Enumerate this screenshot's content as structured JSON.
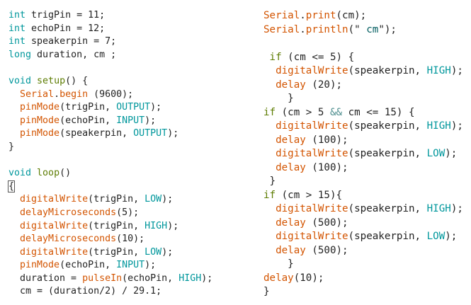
{
  "colors": {
    "keyword": "#00979c",
    "function": "#d35400",
    "control": "#5e7d03",
    "constant": "#00979c",
    "text": "#222222"
  },
  "left": [
    [
      [
        "int",
        "kw"
      ],
      [
        " trigPin = 11;",
        ""
      ]
    ],
    [
      [
        "int",
        "kw"
      ],
      [
        " echoPin = 12;",
        ""
      ]
    ],
    [
      [
        "int",
        "kw"
      ],
      [
        " speakerpin = 7;",
        ""
      ]
    ],
    [
      [
        "long",
        "kw"
      ],
      [
        " duration, cm ;",
        ""
      ]
    ],
    [],
    [
      [
        "void",
        "kw"
      ],
      [
        " ",
        ""
      ],
      [
        "setup",
        "ctl"
      ],
      [
        "() {",
        ""
      ]
    ],
    [
      [
        "  ",
        ""
      ],
      [
        "Serial",
        "fn"
      ],
      [
        ".",
        ""
      ],
      [
        "begin",
        "fn"
      ],
      [
        " (9600);",
        ""
      ]
    ],
    [
      [
        "  ",
        ""
      ],
      [
        "pinMode",
        "fn"
      ],
      [
        "(trigPin, ",
        ""
      ],
      [
        "OUTPUT",
        "cst"
      ],
      [
        ");",
        ""
      ]
    ],
    [
      [
        "  ",
        ""
      ],
      [
        "pinMode",
        "fn"
      ],
      [
        "(echoPin, ",
        ""
      ],
      [
        "INPUT",
        "cst"
      ],
      [
        ");",
        ""
      ]
    ],
    [
      [
        "  ",
        ""
      ],
      [
        "pinMode",
        "fn"
      ],
      [
        "(speakerpin, ",
        ""
      ],
      [
        "OUTPUT",
        "cst"
      ],
      [
        ");",
        ""
      ]
    ],
    [
      [
        "}",
        ""
      ]
    ],
    [],
    [
      [
        "void",
        "kw"
      ],
      [
        " ",
        ""
      ],
      [
        "loop",
        "ctl"
      ],
      [
        "()",
        ""
      ]
    ],
    [
      [
        "{",
        "cursor"
      ]
    ],
    [
      [
        "  ",
        ""
      ],
      [
        "digitalWrite",
        "fn"
      ],
      [
        "(trigPin, ",
        ""
      ],
      [
        "LOW",
        "cst"
      ],
      [
        ");",
        ""
      ]
    ],
    [
      [
        "  ",
        ""
      ],
      [
        "delayMicroseconds",
        "fn"
      ],
      [
        "(5);",
        ""
      ]
    ],
    [
      [
        "  ",
        ""
      ],
      [
        "digitalWrite",
        "fn"
      ],
      [
        "(trigPin, ",
        ""
      ],
      [
        "HIGH",
        "cst"
      ],
      [
        ");",
        ""
      ]
    ],
    [
      [
        "  ",
        ""
      ],
      [
        "delayMicroseconds",
        "fn"
      ],
      [
        "(10);",
        ""
      ]
    ],
    [
      [
        "  ",
        ""
      ],
      [
        "digitalWrite",
        "fn"
      ],
      [
        "(trigPin, ",
        ""
      ],
      [
        "LOW",
        "cst"
      ],
      [
        ");",
        ""
      ]
    ],
    [
      [
        "  ",
        ""
      ],
      [
        "pinMode",
        "fn"
      ],
      [
        "(echoPin, ",
        ""
      ],
      [
        "INPUT",
        "cst"
      ],
      [
        ");",
        ""
      ]
    ],
    [
      [
        "  duration = ",
        ""
      ],
      [
        "pulseIn",
        "fn"
      ],
      [
        "(echoPin, ",
        ""
      ],
      [
        "HIGH",
        "cst"
      ],
      [
        ");",
        ""
      ]
    ],
    [
      [
        "  cm = (duration/2) / 29.1;",
        ""
      ]
    ]
  ],
  "right": [
    [
      [
        "Serial",
        "fn"
      ],
      [
        ".",
        ""
      ],
      [
        "print",
        "fn"
      ],
      [
        "(cm);",
        ""
      ]
    ],
    [
      [
        "Serial",
        "fn"
      ],
      [
        ".",
        ""
      ],
      [
        "println",
        "fn"
      ],
      [
        "(\"",
        ""
      ],
      [
        " cm",
        "str"
      ],
      [
        "\");",
        ""
      ]
    ],
    [],
    [
      [
        " ",
        ""
      ],
      [
        "if",
        "ctl"
      ],
      [
        " (cm <= 5) {",
        ""
      ]
    ],
    [
      [
        "  ",
        ""
      ],
      [
        "digitalWrite",
        "fn"
      ],
      [
        "(speakerpin, ",
        ""
      ],
      [
        "HIGH",
        "cst"
      ],
      [
        ");",
        ""
      ]
    ],
    [
      [
        "  ",
        ""
      ],
      [
        "delay",
        "fn"
      ],
      [
        " (20);",
        ""
      ]
    ],
    [
      [
        "    }",
        ""
      ]
    ],
    [
      [
        "if",
        "ctl"
      ],
      [
        " (cm > 5 ",
        ""
      ],
      [
        "&&",
        "op"
      ],
      [
        " cm <= 15) {",
        ""
      ]
    ],
    [
      [
        "  ",
        ""
      ],
      [
        "digitalWrite",
        "fn"
      ],
      [
        "(speakerpin, ",
        ""
      ],
      [
        "HIGH",
        "cst"
      ],
      [
        ");",
        ""
      ]
    ],
    [
      [
        "  ",
        ""
      ],
      [
        "delay",
        "fn"
      ],
      [
        " (100);",
        ""
      ]
    ],
    [
      [
        "  ",
        ""
      ],
      [
        "digitalWrite",
        "fn"
      ],
      [
        "(speakerpin, ",
        ""
      ],
      [
        "LOW",
        "cst"
      ],
      [
        ");",
        ""
      ]
    ],
    [
      [
        "  ",
        ""
      ],
      [
        "delay",
        "fn"
      ],
      [
        " (100);",
        ""
      ]
    ],
    [
      [
        " }",
        ""
      ]
    ],
    [
      [
        "if",
        "ctl"
      ],
      [
        " (cm > 15){",
        ""
      ]
    ],
    [
      [
        "  ",
        ""
      ],
      [
        "digitalWrite",
        "fn"
      ],
      [
        "(speakerpin, ",
        ""
      ],
      [
        "HIGH",
        "cst"
      ],
      [
        ");",
        ""
      ]
    ],
    [
      [
        "  ",
        ""
      ],
      [
        "delay",
        "fn"
      ],
      [
        " (500);",
        ""
      ]
    ],
    [
      [
        "  ",
        ""
      ],
      [
        "digitalWrite",
        "fn"
      ],
      [
        "(speakerpin, ",
        ""
      ],
      [
        "LOW",
        "cst"
      ],
      [
        ");",
        ""
      ]
    ],
    [
      [
        "  ",
        ""
      ],
      [
        "delay",
        "fn"
      ],
      [
        " (500);",
        ""
      ]
    ],
    [
      [
        "    }",
        ""
      ]
    ],
    [
      [
        "delay",
        "fn"
      ],
      [
        "(10);",
        ""
      ]
    ],
    [
      [
        "}",
        ""
      ]
    ]
  ]
}
